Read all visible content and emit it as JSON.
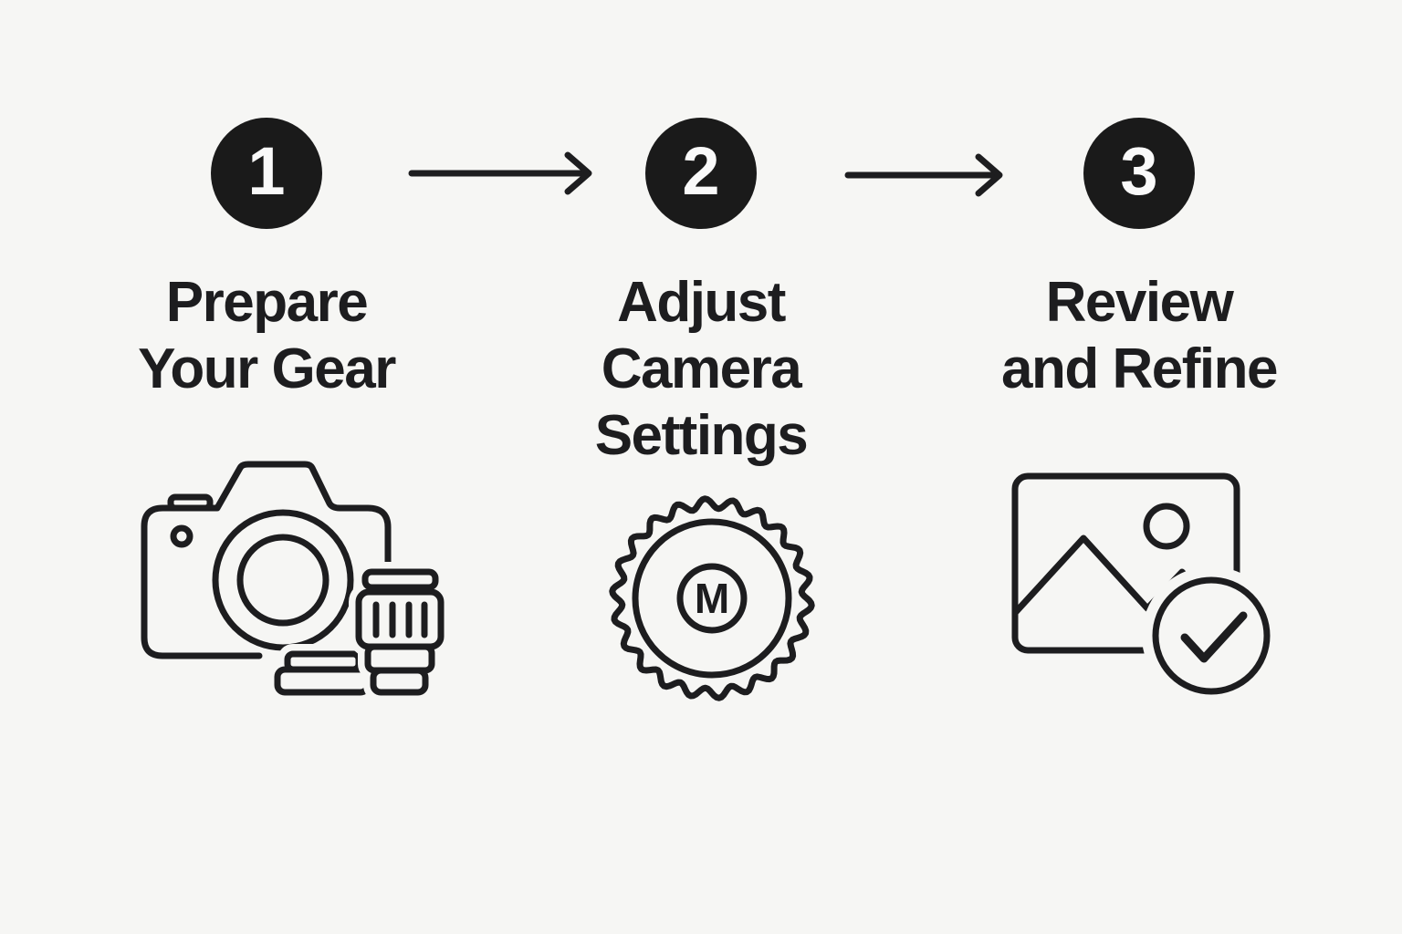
{
  "infographic": {
    "kind": "three-step-process",
    "steps": [
      {
        "number": "1",
        "label": "Prepare Your Gear",
        "label_lines": "Prepare\nYour Gear",
        "icon": "camera-with-lenses"
      },
      {
        "number": "2",
        "label": "Adjust Camera Settings",
        "label_lines": "Adjust\nCamera\nSettings",
        "icon": "camera-mode-dial",
        "dial_letter": "M"
      },
      {
        "number": "3",
        "label": "Review and Refine",
        "label_lines": "Review\nand Refine",
        "icon": "photo-with-checkmark"
      }
    ],
    "connectors": [
      {
        "type": "arrow-right"
      },
      {
        "type": "arrow-right"
      }
    ],
    "colors": {
      "background": "#f6f6f4",
      "ink": "#1d1d1f",
      "badge_background": "#1a1a1a",
      "badge_number": "#fafafa"
    }
  }
}
